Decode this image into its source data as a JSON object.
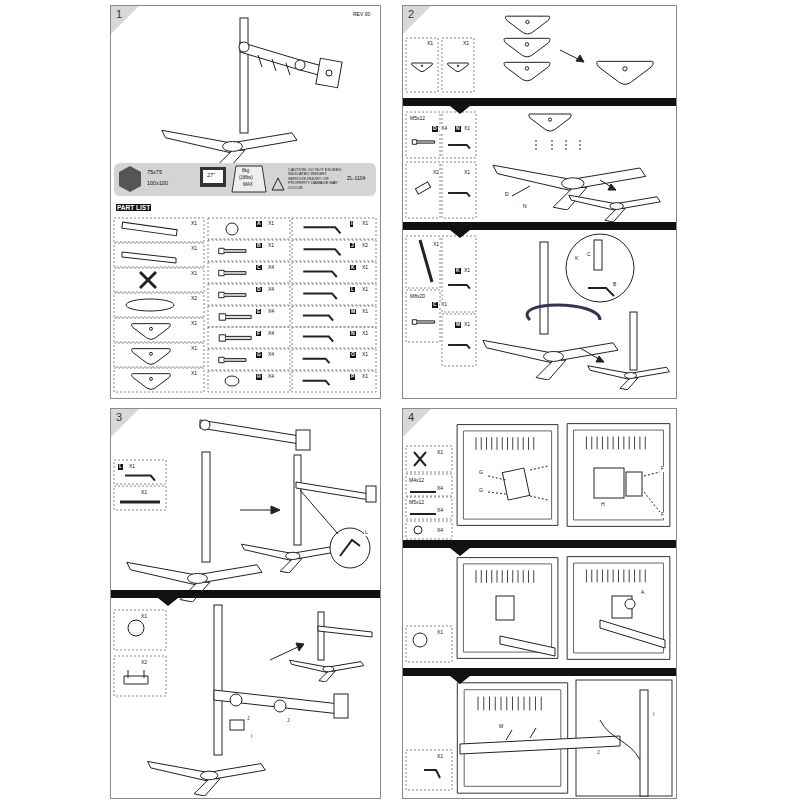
{
  "diagram": {
    "nodes": [
      {
        "text": [
          "1"
        ]
      },
      {
        "text": [
          "2"
        ]
      },
      {
        "text": [
          "3"
        ]
      },
      {
        "text": [
          "4"
        ]
      }
    ],
    "labels": [
      "REV 00",
      "75x75",
      "100x100",
      "27\"",
      "8kg",
      "(18lbs)",
      "MAX",
      "CAUTION: DO NOT EXCEED INDICATED WEIGHT. SERIOUS INJURY OR PROPERTY DAMAGE MAY OCCUR",
      "ZL-1104",
      "PART LIST",
      "X1",
      "X1",
      "X1",
      "X2",
      "X1",
      "X1",
      "X1",
      "A",
      "X1",
      "B",
      "X1",
      "C",
      "X4",
      "D",
      "X4",
      "E",
      "X4",
      "F",
      "X4",
      "G",
      "X4",
      "H",
      "X4",
      "I",
      "X1",
      "J",
      "X2",
      "K",
      "X1",
      "L",
      "X1",
      "M",
      "X1",
      "N",
      "X1",
      "O",
      "X1",
      "P",
      "X1",
      "X1",
      "X1",
      "M5x12",
      "D",
      "X4",
      "N",
      "X1",
      "X2",
      "X1",
      "X1",
      "K",
      "X1",
      "M8x20",
      "C",
      "X1",
      "M",
      "X1",
      "D",
      "N",
      "C",
      "B",
      "K",
      "L",
      "X1",
      "X1",
      "L",
      "X1",
      "X2",
      "J",
      "J",
      "I",
      "X1",
      "M4x12",
      "X4",
      "M5x12",
      "X4",
      "X4",
      "G",
      "G",
      "H",
      "F",
      "F",
      "X1",
      "A",
      "M",
      "J",
      "I",
      "X1"
    ]
  }
}
